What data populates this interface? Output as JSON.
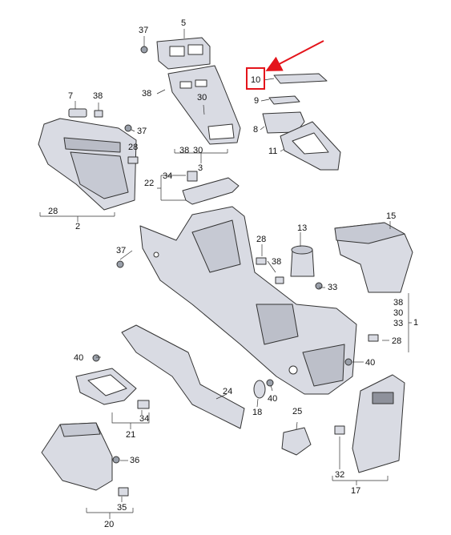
{
  "diagram": {
    "highlight_color": "#e4141b",
    "part_fill": "#d9dbe3",
    "outline_color": "#333333",
    "callouts": {
      "p5": "5",
      "p37a": "37",
      "p38a": "38",
      "p10": "10",
      "p9": "9",
      "p30a": "30",
      "p8": "8",
      "p7": "7",
      "p38b": "38",
      "p37b": "37",
      "p28a": "28",
      "p38c": "38",
      "p30b": "30",
      "p3": "3",
      "p11": "11",
      "p34a": "34",
      "p22": "22",
      "p28b": "28",
      "p2": "2",
      "p13": "13",
      "p15": "15",
      "p37c": "37",
      "p28c": "28",
      "p38d": "38",
      "p33a": "33",
      "p38e": "38",
      "p30c": "30",
      "p33b": "33",
      "p1": "1",
      "p28d": "28",
      "p40a": "40",
      "p40b": "40",
      "p24": "24",
      "p34b": "34",
      "p21": "21",
      "p18": "18",
      "p40c": "40",
      "p25": "25",
      "p36": "36",
      "p32": "32",
      "p35": "35",
      "p20": "20",
      "p17": "17"
    }
  }
}
